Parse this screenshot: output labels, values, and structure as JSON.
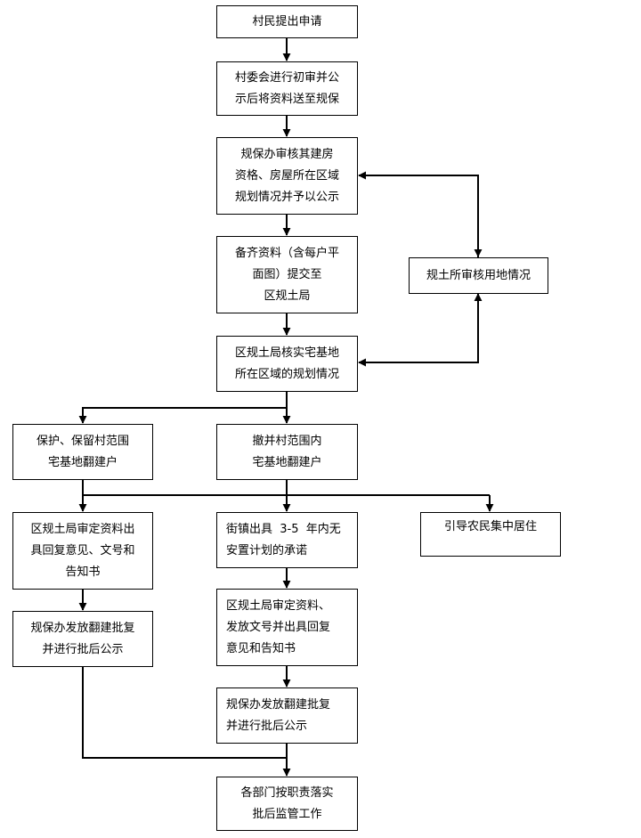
{
  "nodes": {
    "n1": {
      "lines": [
        "村民提出申请"
      ]
    },
    "n2": {
      "lines": [
        "村委会进行初审并公",
        "示后将资料送至规保"
      ]
    },
    "n3": {
      "lines": [
        "规保办审核其建房",
        "资格、房屋所在区域",
        "规划情况并予以公示"
      ]
    },
    "n4": {
      "lines": [
        "备齐资料（含每户平",
        "面图）提交至",
        "区规土局"
      ]
    },
    "n5": {
      "lines": [
        "区规土局核实宅基地",
        "所在区域的规划情况"
      ]
    },
    "n6": {
      "lines": [
        "规土所审核用地情况"
      ]
    },
    "n7": {
      "lines": [
        "保护、保留村范围",
        "宅基地翻建户"
      ]
    },
    "n8": {
      "lines": [
        "撤并村范围内",
        "宅基地翻建户"
      ]
    },
    "n9": {
      "lines": [
        "区规土局审定资料出",
        "具回复意见、文号和",
        "告知书"
      ]
    },
    "n10": {
      "lines": [
        "街镇出具  3-5  年内无",
        "安置计划的承诺"
      ]
    },
    "n11": {
      "lines": [
        "引导农民集中居住"
      ]
    },
    "n12": {
      "lines": [
        "规保办发放翻建批复",
        "并进行批后公示"
      ]
    },
    "n13": {
      "lines": [
        "区规土局审定资料、",
        "发放文号并出具回复",
        "意见和告知书"
      ]
    },
    "n14": {
      "lines": [
        "规保办发放翻建批复",
        "并进行批后公示"
      ]
    },
    "n15": {
      "lines": [
        "各部门按职责落实",
        "批后监管工作"
      ]
    }
  }
}
